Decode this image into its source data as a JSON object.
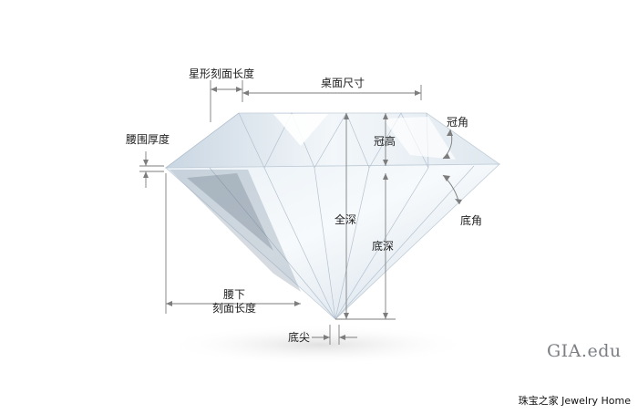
{
  "labels": {
    "star_length": "星形刻面长度",
    "table_size": "桌面尺寸",
    "girdle_thickness": "腰围厚度",
    "crown_height": "冠高",
    "crown_angle": "冠角",
    "total_depth": "全深",
    "pavilion_angle": "底角",
    "pavilion_depth": "底深",
    "lower_half_line1": "腰下",
    "lower_half_line2": "刻面长度",
    "culet": "底尖"
  },
  "logo_text": "GIA.edu",
  "credit": "珠宝之家  Jewelry Home",
  "colors": {
    "line": "#7d7d7d",
    "text": "#222222",
    "gem_light": "#f4f8fb",
    "gem_mid": "#cfdbe6",
    "gem_dark": "#7f8ea0"
  }
}
